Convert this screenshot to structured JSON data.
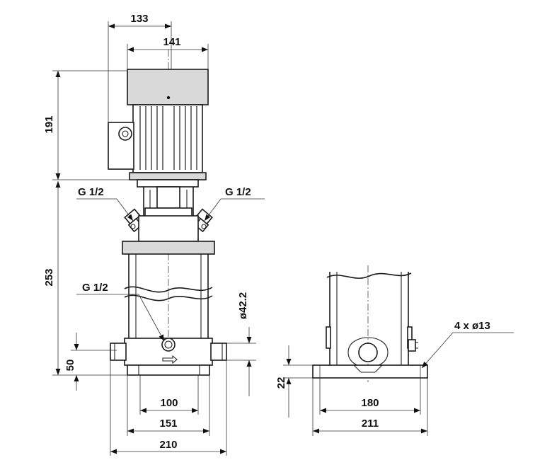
{
  "side_view": {
    "dim_top_box": "133",
    "dim_motor_width": "141",
    "dim_motor_height": "191",
    "dim_pump_height": "253",
    "dim_inlet_height": "50",
    "dim_pipe_diameter": "ø42.2",
    "dim_foot_holes": "100",
    "dim_base_inner": "151",
    "dim_base_width": "210",
    "port_left": "G 1/2",
    "port_right": "G 1/2",
    "port_drain": "G 1/2"
  },
  "front_view": {
    "dim_base_height": "22",
    "dim_holes_span": "180",
    "dim_base_width": "211",
    "holes_note": "4 x ø13"
  }
}
